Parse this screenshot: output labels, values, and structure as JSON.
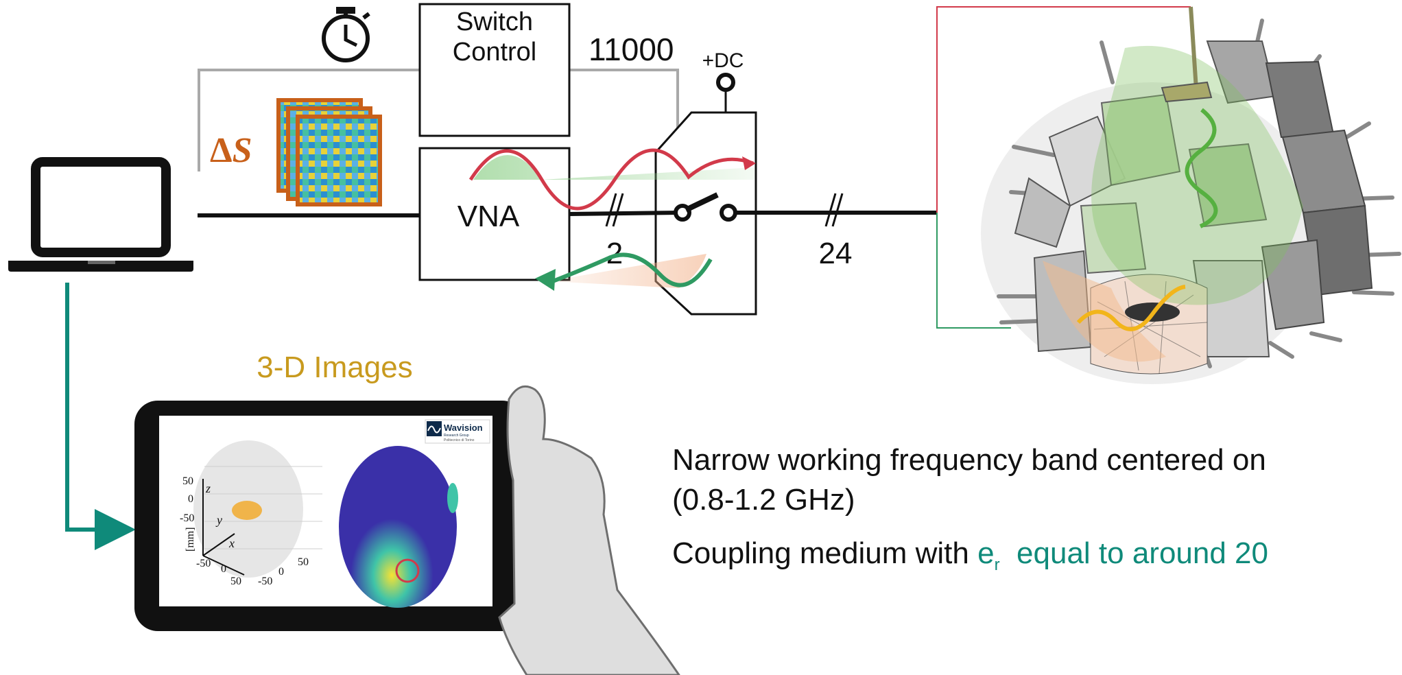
{
  "blocks": {
    "switch_control": [
      "Switch",
      "Control"
    ],
    "vna": "VNA",
    "control_word": "11000",
    "dc_label": "+DC",
    "bus_count_vna": "2",
    "bus_count_antennas": "24",
    "delta_s": {
      "delta": "Δ",
      "s": "S"
    },
    "images_label": "3-D Images"
  },
  "tablet": {
    "logo_title": "Wavision",
    "logo_sub1": "Research Group",
    "logo_sub2": "Politecnico di Torino",
    "axis": {
      "z": "z",
      "y": "y",
      "x": "x",
      "unit": "[mm]",
      "ticks_z": [
        "50",
        "0",
        "-50"
      ],
      "ticks_x": [
        "-50",
        "0",
        "50"
      ],
      "ticks_y": [
        "-50",
        "0",
        "50"
      ]
    }
  },
  "notes": {
    "line1": "Narrow working frequency band centered on",
    "line2": "(0.8-1.2 GHz)",
    "line3_prefix": "Coupling medium with ",
    "line3_sym": "e",
    "line3_sub": "r",
    "line3_suffix": "  equal to around 20"
  },
  "colors": {
    "teal": "#0f8a7a",
    "orange": "#c8601a",
    "gold": "#c89a1e",
    "red": "#d23a4a",
    "green": "#2f9a62"
  }
}
